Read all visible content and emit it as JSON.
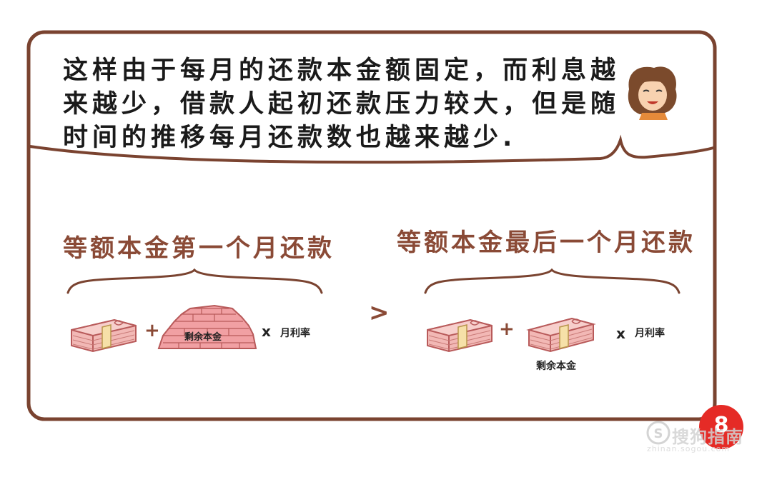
{
  "speech_bubble": {
    "lines": [
      "这样由于每月的还款本金额固定，而利息越",
      "来越少，借款人起初还款压力较大，但是随",
      "时间的推移每月还款数也越来越少."
    ]
  },
  "left_panel": {
    "title": "等额本金第一个月还款",
    "plus": "+",
    "pile_label": "剩余本金",
    "times": "x",
    "rate_label": "月利率"
  },
  "comparison": ">",
  "right_panel": {
    "title": "等额本金最后一个月还款",
    "plus": "+",
    "stack_label": "剩余本金",
    "times": "x",
    "rate_label": "月利率"
  },
  "page_badge": "8",
  "watermark": {
    "text": "搜狗指南",
    "url": "zhinan.sogou.com"
  },
  "colors": {
    "frame": "#7a4330",
    "title": "#8a4a36",
    "money_pink": "#f2b8b5",
    "money_line": "#b85a5a",
    "badge": "#e52b26"
  }
}
